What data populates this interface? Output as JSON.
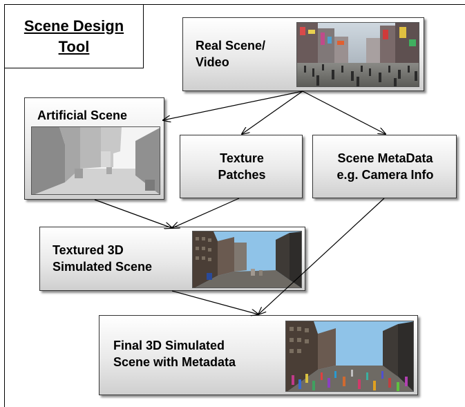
{
  "title": {
    "line1": "Scene Design",
    "line2": "Tool"
  },
  "nodes": {
    "real_scene": {
      "line1": "Real Scene/",
      "line2": "Video"
    },
    "artificial_scene": {
      "label": "Artificial Scene"
    },
    "texture_patches": {
      "line1": "Texture",
      "line2": "Patches"
    },
    "scene_metadata": {
      "line1": "Scene MetaData",
      "line2": "e.g. Camera Info"
    },
    "textured_3d": {
      "line1": "Textured 3D",
      "line2": "Simulated Scene"
    },
    "final_3d": {
      "line1": "Final 3D Simulated",
      "line2": "Scene with Metadata"
    }
  },
  "edges": [
    {
      "from": "real_scene",
      "to": "artificial_scene"
    },
    {
      "from": "real_scene",
      "to": "texture_patches"
    },
    {
      "from": "real_scene",
      "to": "scene_metadata"
    },
    {
      "from": "artificial_scene",
      "to": "textured_3d"
    },
    {
      "from": "texture_patches",
      "to": "textured_3d"
    },
    {
      "from": "textured_3d",
      "to": "final_3d"
    },
    {
      "from": "scene_metadata",
      "to": "final_3d"
    }
  ],
  "colors": {
    "node_border": "#333333",
    "edge": "#000000",
    "sky": "#8fc3e8"
  }
}
